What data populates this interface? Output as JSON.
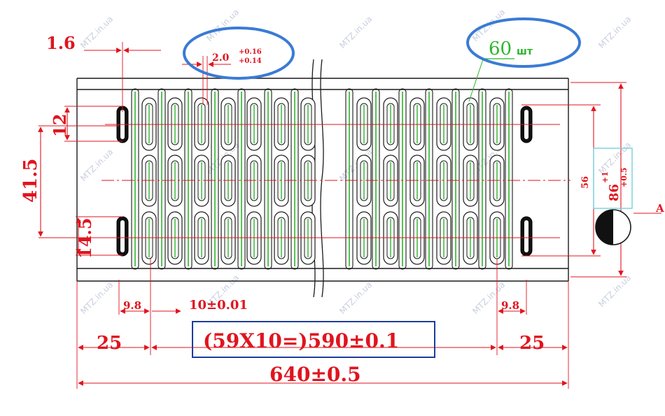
{
  "drawing": {
    "dimensions": {
      "plate_thickness": "1.6",
      "slot_width_base": "2.0",
      "slot_width_tol_upper": "+0.16",
      "slot_width_tol_lower": "+0.14",
      "slot_count": "60",
      "slot_count_unit": "шт",
      "end_slot_height": "12",
      "row_pitch": "41.5",
      "end_slot_offset": "14.5",
      "inner_height": "56",
      "outer_height": "86",
      "outer_height_tol_upper": "+1",
      "outer_height_tol_lower": "+0.5",
      "section_label": "A",
      "edge_gap_left": "9.8",
      "slot_pitch": "10±0.01",
      "edge_gap_right": "9.8",
      "margin_left": "25",
      "slot_span": "(59X10=)590±0.1",
      "margin_right": "25",
      "total_length": "640±0.5"
    },
    "watermark": "MTZ.in.ua",
    "colors": {
      "dimension": "#e0141e",
      "outline": "#1a1a1a",
      "centerline": "#2bb52b",
      "highlight_blue": "#3a7bd5",
      "highlight_box": "#1e3c9c",
      "tol_box": "#7fd3e0"
    }
  }
}
